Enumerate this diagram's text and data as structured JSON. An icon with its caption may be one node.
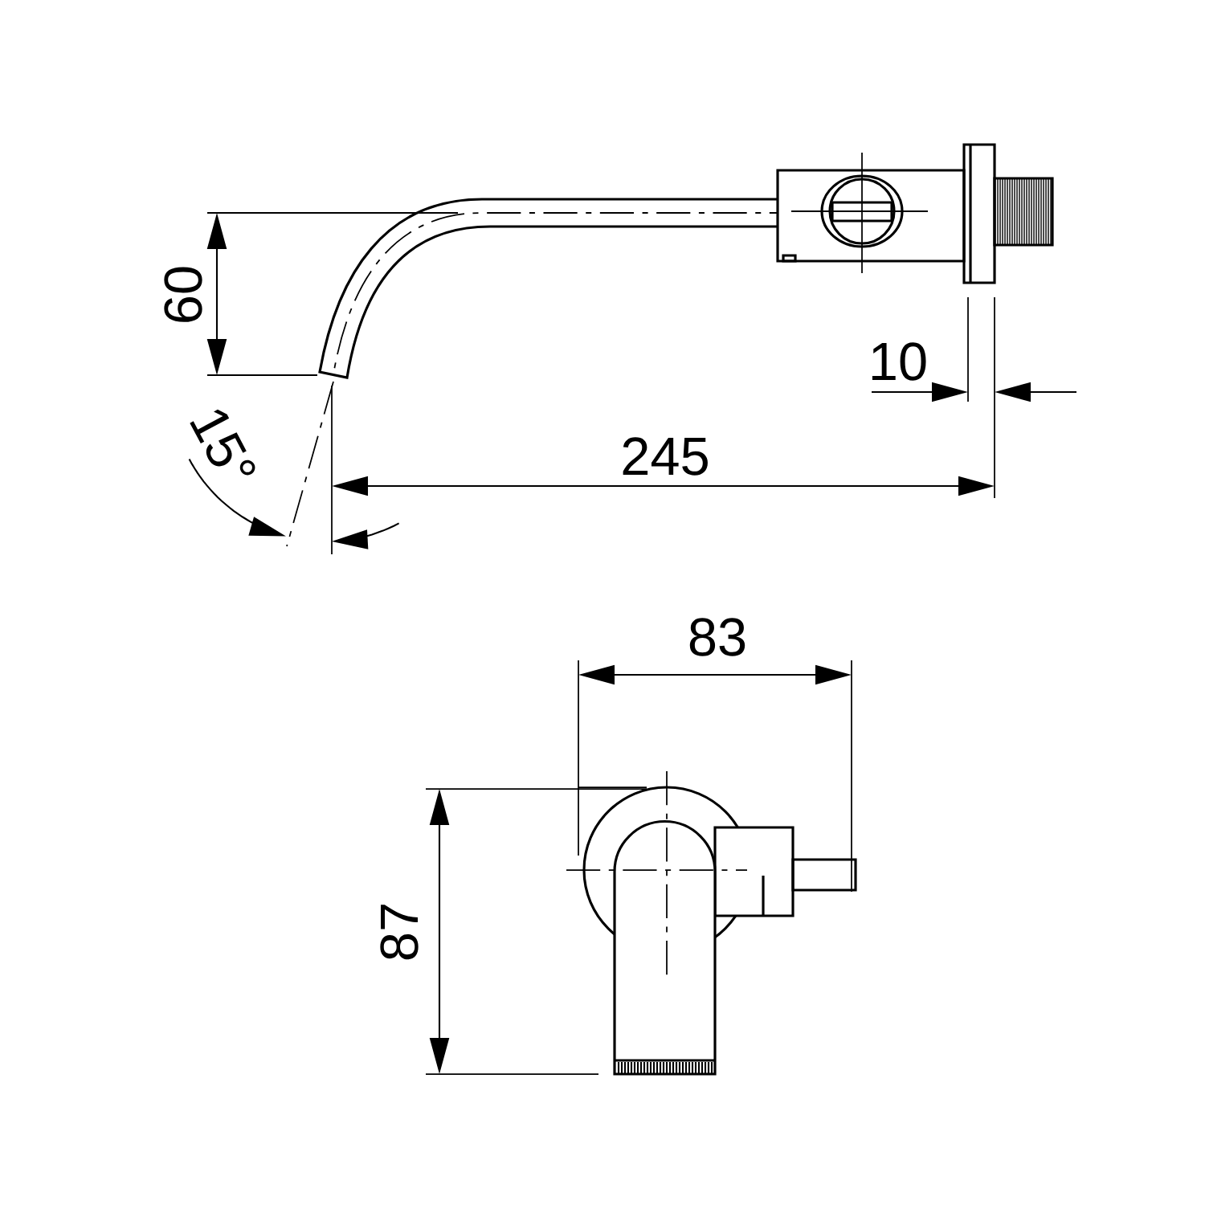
{
  "diagram": {
    "labels": [
      "60",
      "10",
      "245",
      "15°",
      "83",
      "87"
    ]
  }
}
